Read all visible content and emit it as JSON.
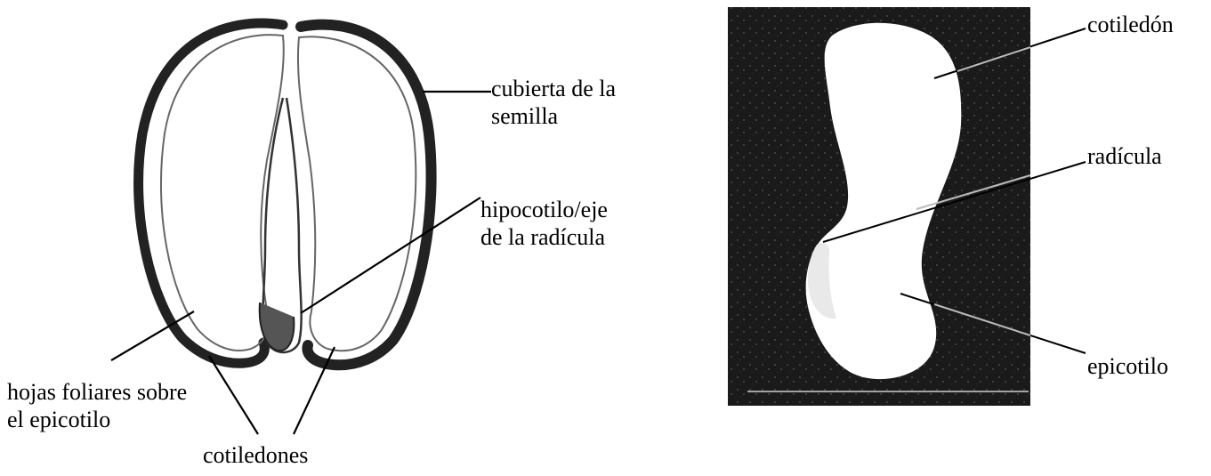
{
  "left_figure": {
    "labels": {
      "seed_coat_line1": "cubierta de la",
      "seed_coat_line2": "semilla",
      "hypocotyl_line1": "hipocotilo/eje",
      "hypocotyl_line2": "de la radícula",
      "leaves_line1": "hojas foliares sobre",
      "leaves_line2": "el epicotilo",
      "cotyledons": "cotiledones"
    }
  },
  "right_figure": {
    "labels": {
      "cotyledon": "cotiledón",
      "radicle": "radícula",
      "epicotyl": "epicotilo"
    }
  },
  "colors": {
    "background": "#ffffff",
    "ink": "#000000",
    "photo_background": "#1a1a1a",
    "photo_seed": "#ffffff"
  }
}
